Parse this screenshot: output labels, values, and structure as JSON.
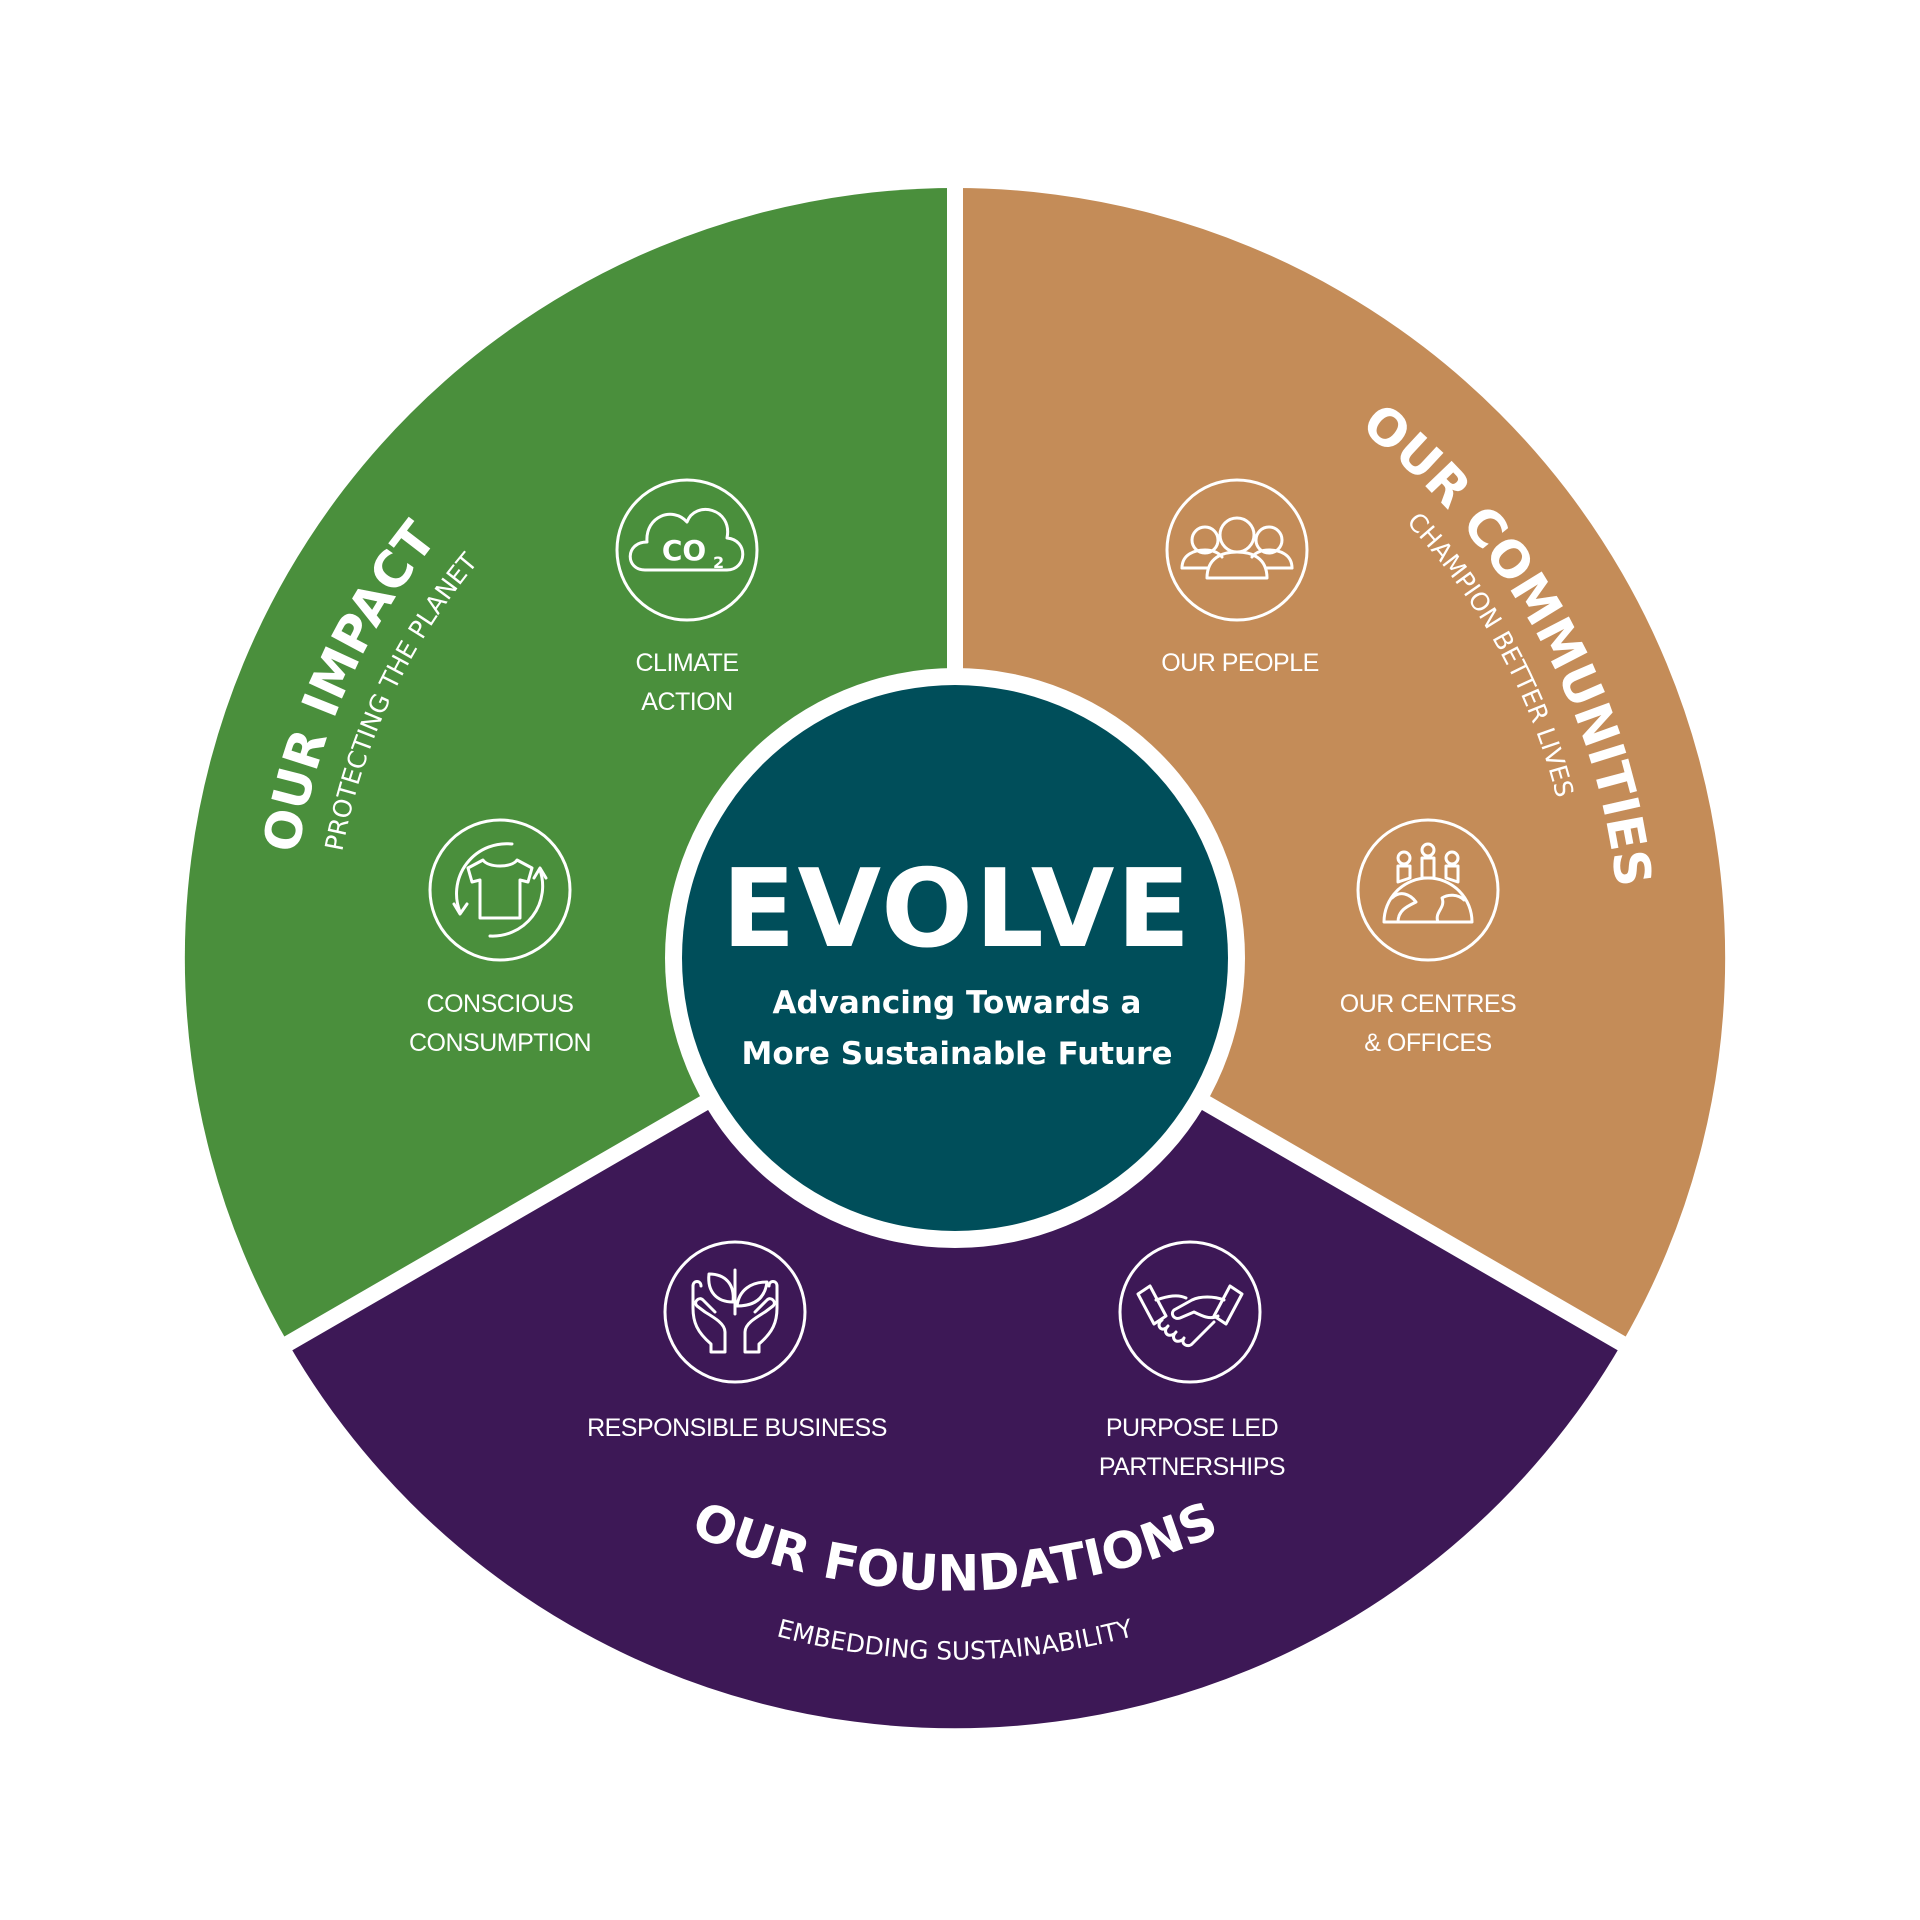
{
  "center": {
    "title": "EVOLVE",
    "tagline_line1": "Advancing Towards a",
    "tagline_line2": "More Sustainable Future",
    "color": "#004e5a"
  },
  "segments": [
    {
      "id": "impact",
      "title": "OUR IMPACT",
      "subtitle": "PROTECTING THE PLANET",
      "color": "#4a8f3c",
      "items": [
        {
          "icon": "co2-cloud-icon",
          "label_line1": "CLIMATE",
          "label_line2": "ACTION"
        },
        {
          "icon": "recycle-tshirt-icon",
          "label_line1": "CONSCIOUS",
          "label_line2": "CONSUMPTION"
        }
      ]
    },
    {
      "id": "communities",
      "title": "OUR COMMUNITIES",
      "subtitle": "CHAMPION BETTER LIVES",
      "color": "#c48c58",
      "items": [
        {
          "icon": "people-group-icon",
          "label_line1": "OUR PEOPLE",
          "label_line2": ""
        },
        {
          "icon": "globe-people-icon",
          "label_line1": "OUR CENTRES",
          "label_line2": "& OFFICES"
        }
      ]
    },
    {
      "id": "foundations",
      "title": "OUR FOUNDATIONS",
      "subtitle": "EMBEDDING SUSTAINABILITY",
      "color": "#3d1856",
      "items": [
        {
          "icon": "hands-plant-icon",
          "label_line1": "RESPONSIBLE BUSINESS",
          "label_line2": ""
        },
        {
          "icon": "handshake-icon",
          "label_line1": "PURPOSE LED",
          "label_line2": "PARTNERSHIPS"
        }
      ]
    }
  ]
}
